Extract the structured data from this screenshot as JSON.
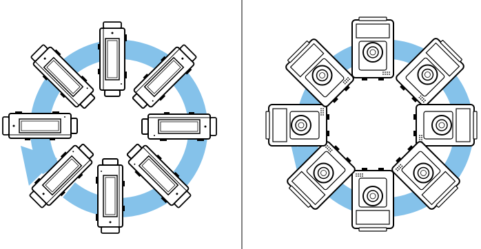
{
  "figure": {
    "panels": [
      {
        "id": "side-view",
        "view": "side",
        "rotation_arrow": "clockwise",
        "arrow_color": "#7fbfe8",
        "projector_count": 8
      },
      {
        "id": "front-view",
        "view": "front",
        "rotation_arrow": "clockwise",
        "arrow_color": "#7fbfe8",
        "projector_count": 8
      }
    ],
    "divider_color": "#000000",
    "projector_body_color": "#ffffff",
    "outline_color": "#000000"
  }
}
